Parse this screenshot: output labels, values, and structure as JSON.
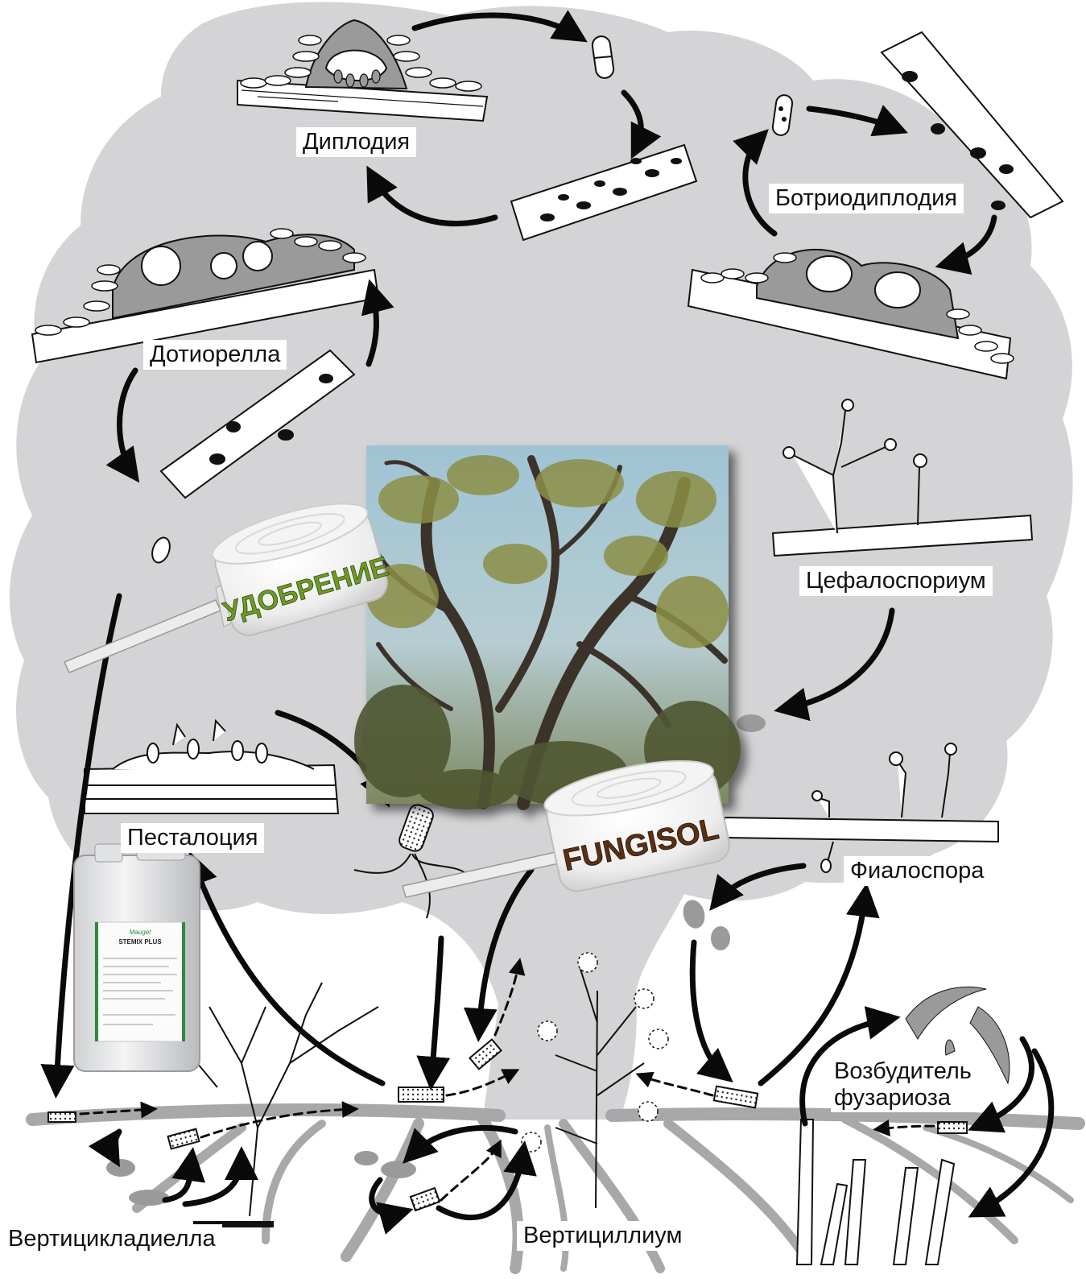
{
  "labels": {
    "diplodia": "Диплодия",
    "botryodiplodia": "Ботриодиплодия",
    "dothiorella": "Дотиорелла",
    "cephalosporium": "Цефалоспориум",
    "pestalotia": "Песталоция",
    "phialospora": "Фиалоспора",
    "fusarium_line1": "Возбудитель",
    "fusarium_line2": "фузариоза",
    "verticicladiella": "Вертицикладиелла",
    "verticillium": "Вертициллиум"
  },
  "products": {
    "fertilizer": "УДОБРЕНИЕ",
    "fungisol": "FUNGISOL",
    "jug_brand": "Mauget",
    "jug_name": "STEMIX PLUS"
  },
  "icons": {
    "fertilizer_injector": "injector-capsule-icon",
    "fungisol_injector": "injector-capsule-icon",
    "jug": "chemical-jug-icon",
    "photo": "oak-tree-photo"
  },
  "colors": {
    "tree_silhouette": "#d4d4d6",
    "roots": "#a8a8aa",
    "fungus_fill": "#9a9a9a",
    "arrow": "#0a0a0a",
    "fertilizer_text": "#6f9a23",
    "fungisol_text": "#5a3014"
  }
}
